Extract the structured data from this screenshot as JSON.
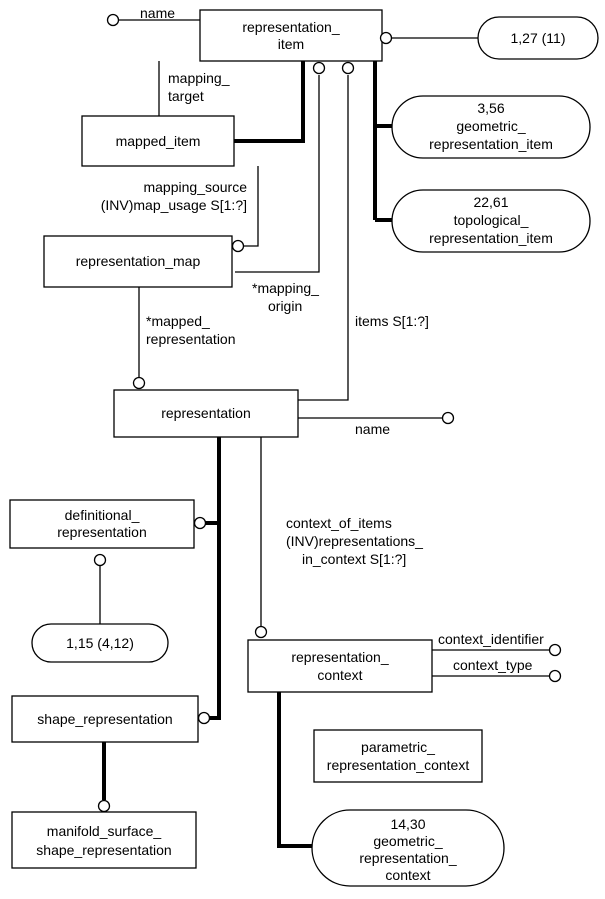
{
  "entities": {
    "representation_item": [
      "representation_",
      "item"
    ],
    "mapped_item": [
      "mapped_item"
    ],
    "representation_map": [
      "representation_map"
    ],
    "representation": [
      "representation"
    ],
    "definitional_representation": [
      "definitional_",
      "representation"
    ],
    "shape_representation": [
      "shape_representation"
    ],
    "manifold_surface_shape_representation": [
      "manifold_surface_",
      "shape_representation"
    ],
    "representation_context": [
      "representation_",
      "context"
    ],
    "parametric_representation_context": [
      "parametric_",
      "representation_context"
    ]
  },
  "references": {
    "ref_1_27": [
      "1,27 (11)"
    ],
    "geometric_representation_item": [
      "3,56",
      "geometric_",
      "representation_item"
    ],
    "topological_representation_item": [
      "22,61",
      "topological_",
      "representation_item"
    ],
    "ref_1_15": [
      "1,15 (4,12)"
    ],
    "geometric_representation_context": [
      "14,30",
      "geometric_",
      "representation_",
      "context"
    ]
  },
  "attributes": {
    "item_name": [
      "name"
    ],
    "mapping_target": [
      "mapping_",
      "target"
    ],
    "mapping_source": [
      "mapping_source",
      "(INV)map_usage S[1:?]"
    ],
    "mapping_origin": [
      "*mapping_",
      "origin"
    ],
    "mapped_representation": [
      "*mapped_",
      "representation"
    ],
    "items": [
      "items S[1:?]"
    ],
    "representation_name": [
      "name"
    ],
    "context_of_items": [
      "context_of_items",
      "(INV)representations_",
      "in_context S[1:?]"
    ],
    "context_identifier": [
      "context_identifier"
    ],
    "context_type": [
      "context_type"
    ]
  }
}
